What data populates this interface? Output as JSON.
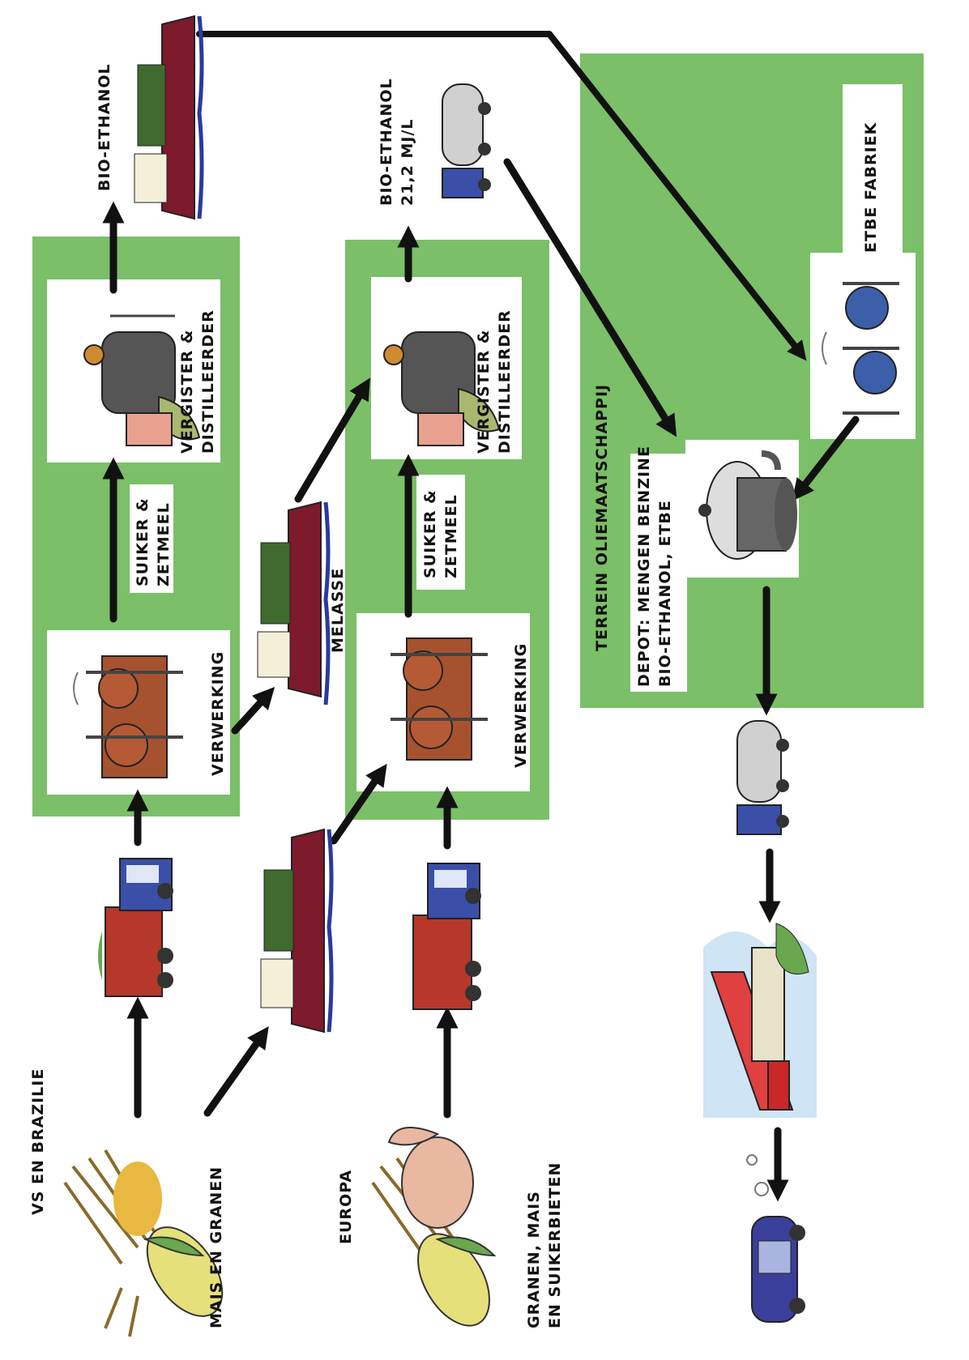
{
  "regions": {
    "us_brazil": "VS EN BRAZILIE",
    "europe": "EUROPA"
  },
  "crops": {
    "us_brazil": "MAIS EN GRANEN",
    "europe": [
      "GRANEN, MAIS",
      "EN SUIKERBIETEN"
    ]
  },
  "processes": {
    "processing": "VERWERKING",
    "sugar_starch": [
      "SUIKER &",
      "ZETMEEL"
    ],
    "fermenter": [
      "VERGISTER &",
      "DISTILLEERDER"
    ]
  },
  "products": {
    "bioethanol_ship": "BIO-ETHANOL",
    "bioethanol_truck": [
      "BIO-ETHANOL",
      "21,2 MJ/L"
    ],
    "molasses": "MELASSE"
  },
  "oil_company": {
    "terrain": "TERREIN OLIEMAATSCHAPPIJ",
    "etbe_factory": "ETBE FABRIEK",
    "depot": [
      "DEPOT: MENGEN BENZINE",
      "BIO-ETHANOL, ETBE"
    ]
  },
  "colors": {
    "panel_green": "#7bbf68",
    "arrow": "#111111",
    "truck_red": "#b5382a",
    "truck_blue": "#3b4fa8",
    "ship_red": "#7d1a2c",
    "ship_green": "#3f6b2e",
    "corn_yellow": "#e6e07a",
    "machine_rust": "#a6522e",
    "water_blue": "#2b3a9c"
  },
  "icons": [
    "corn-grain-icon",
    "corn-grain-beet-icon",
    "dump-truck-icon",
    "cargo-ship-icon",
    "processing-plant-icon",
    "fermenter-icon",
    "tanker-truck-icon",
    "etbe-factory-icon",
    "depot-tank-icon",
    "gas-station-icon",
    "car-icon"
  ]
}
